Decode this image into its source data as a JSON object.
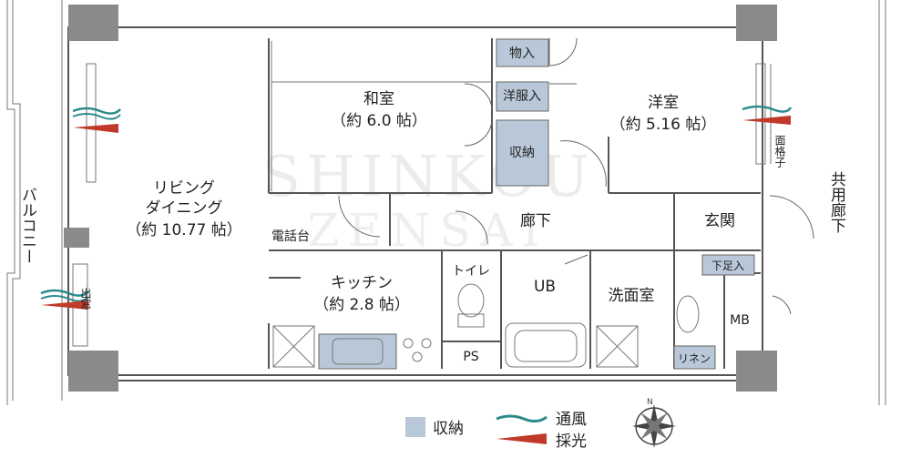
{
  "rooms": {
    "balcony": "バルコニー",
    "living_line1": "リビング",
    "living_line2": "ダイニング",
    "living_size": "（約 10.77 帖）",
    "washitsu": "和室",
    "washitsu_size": "（約 6.0 帖）",
    "youshitsu": "洋室",
    "youshitsu_size": "（約 5.16 帖）",
    "kitchen": "キッチン",
    "kitchen_size": "（約 2.8 帖）",
    "corridor": "廊下",
    "entrance": "玄関",
    "common_corridor": "共用廊下",
    "toilet": "トイレ",
    "bath": "UB",
    "washroom": "洗面室",
    "ps": "PS",
    "mb": "MB"
  },
  "storage": {
    "monoire": "物入",
    "youfukuire": "洋服入",
    "shuunou": "収納",
    "getabako": "下足入",
    "linen": "リネン"
  },
  "fixtures": {
    "phone_stand": "電話台",
    "lattice": "面格子",
    "window_out": "出窓"
  },
  "legend": {
    "storage_label": "収納",
    "ventilation_label": "通風",
    "light_label": "採光",
    "storage_color": "#b9c8d8",
    "ventilation_color": "#2a8a8a",
    "light_color": "#c0392b"
  },
  "watermark": "SHINKOU ZENSAI",
  "compass_north": "N"
}
